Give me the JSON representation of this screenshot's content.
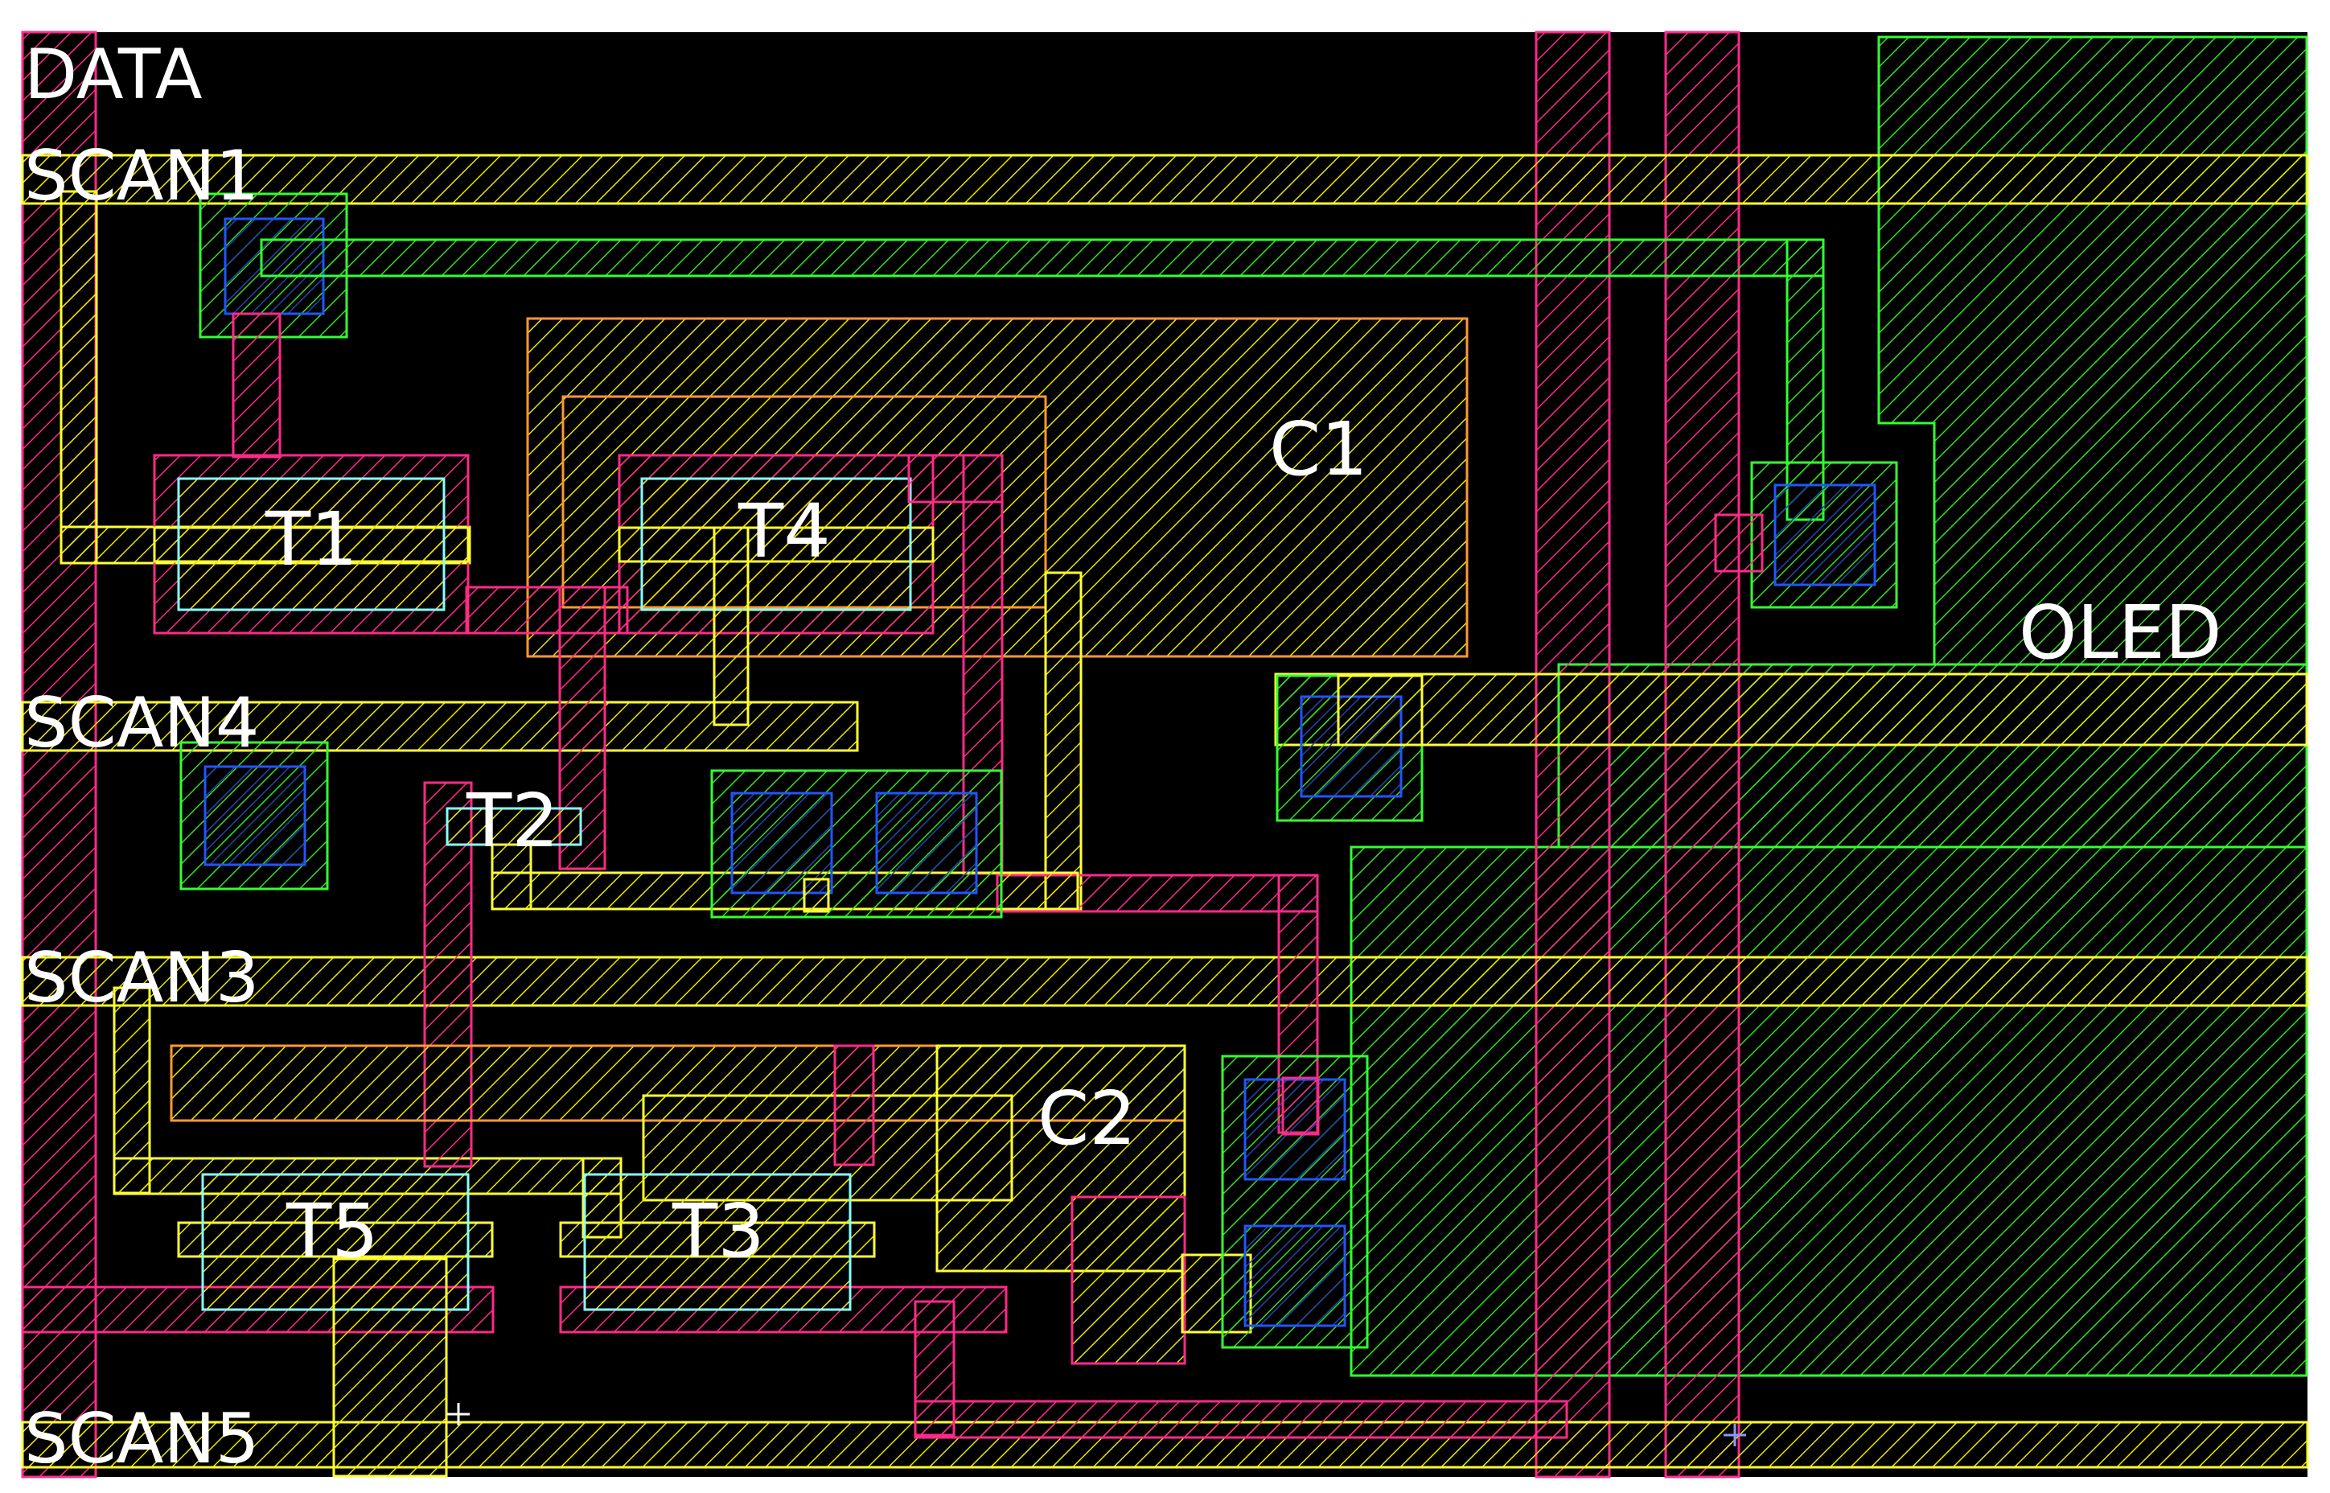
{
  "labels": {
    "data": "DATA",
    "scan1": "SCAN1",
    "scan4": "SCAN4",
    "scan3": "SCAN3",
    "scan5": "SCAN5",
    "t1": "T1",
    "t2": "T2",
    "t3": "T3",
    "t4": "T4",
    "t5": "T5",
    "c1": "C1",
    "c2": "C2",
    "oled": "OLED"
  },
  "colors": {
    "background": "#000000",
    "page": "#ffffff",
    "metal": "#ffff33",
    "poly": "#ff2a88",
    "active": "#33ff33",
    "contact": "#2255ff",
    "gate_outline": "#88ffff",
    "capacitor_edge": "#ff9933",
    "label_text": "#ffffff"
  }
}
